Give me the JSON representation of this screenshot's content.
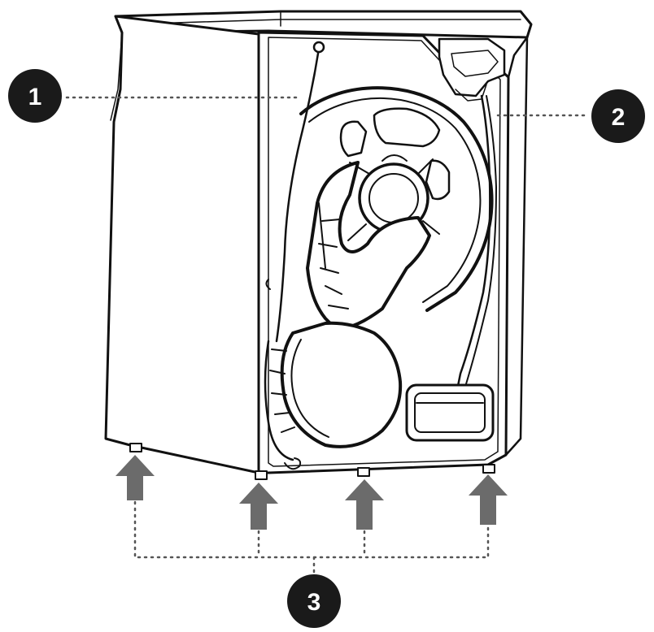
{
  "callouts": [
    {
      "id": "1",
      "label": "1"
    },
    {
      "id": "2",
      "label": "2"
    },
    {
      "id": "3",
      "label": "3"
    }
  ],
  "colors": {
    "callout_fill": "#1a1a1a",
    "callout_text": "#ffffff",
    "arrow_fill": "#6b6b6b",
    "line": "#111111",
    "leader": "#555555"
  },
  "icons": {
    "callout": "numbered-circle-icon",
    "arrow": "up-arrow-icon"
  }
}
